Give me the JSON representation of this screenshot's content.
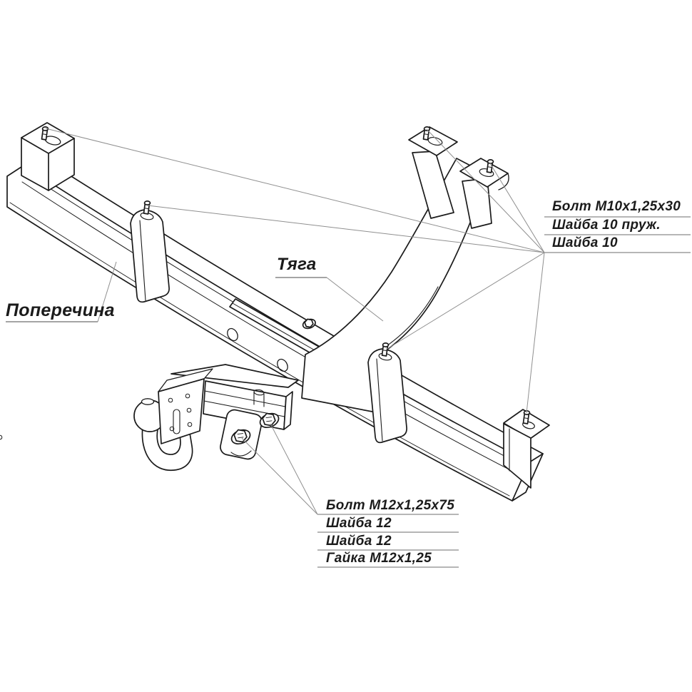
{
  "diagram": {
    "type": "technical-line-drawing",
    "subject": "tow-hitch-assembly",
    "background_color": "#ffffff",
    "ink_color": "#1b1b1b",
    "leader_line_color": "#8f8f8f",
    "rule_line_color": "#6e6e6e",
    "labels": {
      "crossmember": "Поперечина",
      "drawbar": "Тяга"
    },
    "callouts": {
      "top_right": {
        "rows": [
          "Болт M10x1,25x30",
          "Шайба 10 пруж.",
          "Шайба 10"
        ]
      },
      "bottom": {
        "rows": [
          "Болт M12x1,25x75",
          "Шайба 12",
          "Шайба 12",
          "Гайка M12x1,25"
        ]
      }
    }
  }
}
